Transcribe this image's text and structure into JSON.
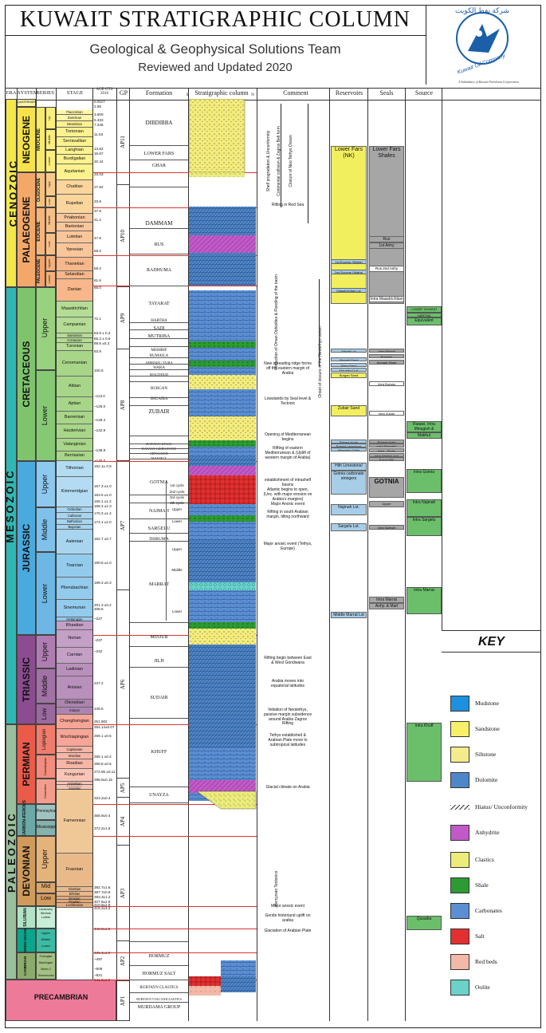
{
  "header": {
    "title": "KUWAIT STRATIGRAPHIC COLUMN",
    "subtitle": "Geological & Geophysical Solutions Team",
    "subtitle2": "Reviewed and Updated 2020",
    "logo_text": "Kuwait Oil Company",
    "logo_arabic": "شركة نفط الكويت",
    "logo_caption": "A Subsidiary of Kuwait Petroleum Corporation"
  },
  "columns": {
    "era": "ERA",
    "system": "SYSTEM",
    "series": "SERIES",
    "stage": "STAGE",
    "age": "AGE GTS 2016",
    "gp": "GP",
    "formation": "Formation",
    "strat": "Stratigraphic column",
    "s": "S",
    "n": "N",
    "comment": "Comment",
    "reservoirs": "Reservoirs",
    "seals": "Seals",
    "source": "Source"
  },
  "eras": [
    "CENOZOIC",
    "MESOZOIC",
    "PALEOZOIC",
    "PRECAMBRIAN"
  ],
  "systems": [
    "NEOGENE",
    "PALAEOGENE",
    "CRETACEOUS",
    "JURASSIC",
    "TRIASSIC",
    "PERMIAN",
    "CARBON-IFEROUS",
    "DEVONIAN",
    "SILURIAN",
    "ORDO-VICIAN",
    "CAMBRIAN",
    "QUATERNARY"
  ],
  "series": [
    "MIOCENE",
    "OLIGOCENE",
    "EOCENE",
    "PALEOCENE",
    "Upper",
    "Lower",
    "Upper",
    "Middle",
    "Lower",
    "Upper",
    "Middle",
    "Low",
    "Lopingian",
    "Guadalupian",
    "Cisuralian",
    "Pennsylvanian",
    "Mississippian",
    "Upper",
    "Mid",
    "Low",
    "Llandovery",
    "Wenlock",
    "Ludlow",
    "Upper",
    "Middle",
    "Lower",
    "Furongian",
    "Miaolingian",
    "Series 2",
    "Terreneuvian",
    "Up",
    "Middle",
    "Lower",
    "Upp",
    "Low",
    "Middle",
    "Low",
    "Upper",
    "Lower"
  ],
  "stages": [
    "Piacenzian",
    "Zanclean",
    "Messinian",
    "Tortonian",
    "Serravallian",
    "Langhian",
    "Burdigalian",
    "Aquitanian",
    "Chattian",
    "Rupelian",
    "Priabonian",
    "Bartonian",
    "Lutetian",
    "Ypresian",
    "Thanetian",
    "Selandian",
    "Danian",
    "Maastrichtian",
    "Campanian",
    "Santonian",
    "Coniacian",
    "Turonian",
    "Cenomanian",
    "Albian",
    "Aptian",
    "Barremian",
    "Hauterivian",
    "Valanginian",
    "Berriasian",
    "Tithonian",
    "Kimmeridgian",
    "Oxfordian",
    "Callovian",
    "Bathonian",
    "Bajocian",
    "Aalenian",
    "Toarcian",
    "Pliensbachian",
    "Sinemurian",
    "Hettangian",
    "Rhaetian",
    "Norian",
    "Carnian",
    "Ladinian",
    "Anisian",
    "Olenekian",
    "Induan",
    "Changhsingian",
    "Wuchiapingian",
    "Capitanian",
    "Wordian",
    "Roadian",
    "Kungurian",
    "Artinskian",
    "Sakmarian",
    "Asselian",
    "Famennian",
    "Frasnian",
    "Givetian",
    "Eifelian",
    "Emsian",
    "Pragian",
    "Lochkovian"
  ],
  "ages": [
    "0.0117",
    "2.58",
    "3.600",
    "5.333",
    "7.246",
    "11.63",
    "13.82",
    "15.97",
    "20.44",
    "23.03",
    "27.82",
    "33.9",
    "37.8",
    "41.2",
    "47.8",
    "56.0",
    "59.2",
    "61.6",
    "66.0",
    "72.1",
    "83.6 ± 0.2",
    "86.3 ± 0.5",
    "89.8 ±0.3",
    "93.9",
    "100.5",
    "~113.0",
    "~125.0",
    "~129.4",
    "~132.9",
    "~139.8",
    "~145.0",
    "152.1± 0.9",
    "157.3 ±1.0",
    "163.5 ±1.0",
    "166.1 ±1.2",
    "168.3 ±1.3",
    "170.3 ±1.4",
    "174.1 ±1.0",
    "182.7 ±0.7",
    "190.8 ±1.0",
    "199.3 ±0.3",
    "201.3 ±0.2",
    "208.5",
    "~227",
    "~237",
    "~242",
    "247.2",
    "249.5",
    "251.902",
    "254.14±0.07",
    "259.1 ±0.5",
    "265.1 ±0.4",
    "268.8 ±0.5",
    "272.95 ±0.11",
    "298.9±0.15",
    "323.2±0.4",
    "358.9±0.4",
    "372.2±1.6",
    "382.7±1.6",
    "387.7±0.8",
    "393.3±1.2",
    "407.6±2.6",
    "410.8±2.8",
    "419.2±3.2",
    "443.8±1.5",
    "485.4±1.9",
    "~497",
    "~509",
    "~521",
    "541.0±1.0"
  ],
  "groups": [
    "AP11",
    "AP10",
    "AP9",
    "AP8",
    "AP7",
    "AP6",
    "AP5",
    "AP4",
    "AP3",
    "AP2",
    "AP1"
  ],
  "formations": [
    "DIBDIBBA",
    "LOWER FARS",
    "GHAR",
    "DAMMAM",
    "RUS",
    "RADHUMA",
    "TAYARAT",
    "HARTHA",
    "SADI",
    "MUTRIBA",
    "MISHRIF",
    "RUMAILA",
    "AHMADI / TUBA",
    "WARA",
    "MAUDDUD",
    "BURGAN",
    "SHUAIBA",
    "ZUBAIR",
    "RATAWI SHALE",
    "RATAWI LIMESTONE",
    "MINAGISH",
    "MAKHUL",
    "GOTNIA",
    "HITH",
    "NAJMAH",
    "SARGELU",
    "DHRUMA",
    "MARRAT",
    "MINJUR",
    "JILH",
    "SUDAIR",
    "KHUFF",
    "UNAYZA",
    "HORMUZ",
    "HORMUZ SALT",
    "RUBTAYN CLASTICS",
    "RUBTAYN VOLCANICLASTICS",
    "MURDAMA GROUP"
  ],
  "formation_notes": [
    "1st cycle",
    "2nd cycle",
    "3rd cycle",
    "4th cycle",
    "Upper",
    "Lower",
    "Upper",
    "Middle",
    "Lower"
  ],
  "comments": [
    "Shelf progradation & Unconformity",
    "Continental collision & Zagros Belt form",
    "Closure of Neo Tethys Ocean",
    "Rifting in Red Sea",
    "Obduction of Oman Ophiolites & Flooding of the basin",
    "Onset of closure of the Neotethys ocean",
    "New spreading ridge forms off the eastern margin of Arabia",
    "Lowstands by Seal level & Tectonic",
    "Opening of Mediterranean begins",
    "Rifting of eastern Mediterranean & (Uplift of western margin of Arabia)",
    "establishment of intrashelf basins",
    "Atlantic begins to open, (Unc. with major erosion on Arabia's margins)",
    "Major Anoxic event",
    "Rifting in south Arabian margin, tilting northward",
    "Major anoxic event (Tethys, Europe)",
    "Rifting begin between East & West Gondwana",
    "Arabia moves into equatorial latitudes",
    "Initiation of Neotethys, passive margin subsidence around Arabia Zagros Rifting",
    "Tethys established & Arabian Plate move to subtropical latitudes",
    "Glacial climate on Arabia",
    "Hercynian Tectonics",
    "Major anoxic event",
    "Gentle hinterland uplift on arabia",
    "Glaciation of Arabian Plate"
  ],
  "reservoirs": [
    "Lower Fars (NK)",
    "1st Eocene (Wafra)",
    "2nd Eocene (Wafra)",
    "Maastrichtian Lst",
    "Mishrif Lst",
    "Ahmadi Sand",
    "Wara Sand",
    "Mauddud Lst",
    "Burgan Sand",
    "Zubair Sand",
    "Ratawi shale",
    "Ratawi Limestone",
    "Minagish Oolite",
    "Hith Limestone/",
    "Gotnia carbonate stringers",
    "Najmah Lst.",
    "Sargelu Lst.",
    "Middle Marrat Lst"
  ],
  "seals": [
    "Lower Fars Shales",
    "Rus",
    "1st Anhy",
    "Rus 2nd Anhy",
    "Intra Maastrichtian",
    "Intra Mishrif",
    "Rumaila",
    "Ahmadi Shale",
    "Intra Burgan",
    "Intra Zubair",
    "Ratawi shale",
    "Intra Minagish",
    "Marl - Shale",
    "Intra Makhul and",
    "Basal Hith",
    "GOTNIA",
    "Upper",
    "Intra Najmah",
    "Intra Marrat",
    "Anhy. & Marl"
  ],
  "sources": [
    "LOWER TAYARAT",
    "HARTHA",
    "Equivalent",
    "Ratawi, Intra Minagish &",
    "Makhul",
    "Intra Gotnia",
    "Intra Najmah",
    "Intra Sargelu",
    "Intra Marrat",
    "Intra Khuff",
    "Qusaiba"
  ],
  "key": {
    "title": "KEY",
    "items": [
      {
        "label": "Mudstone",
        "color": "#1e90e0"
      },
      {
        "label": "Sandstone",
        "color": "#f7f06a"
      },
      {
        "label": "Siltstone",
        "color": "#f4ec8c"
      },
      {
        "label": "Dolomite",
        "color": "#4f86c9"
      },
      {
        "label": "Hiatus/ Unconformity",
        "color": "#ffffff"
      },
      {
        "label": "Anhydrite",
        "color": "#c259c8"
      },
      {
        "label": "Clastics",
        "color": "#ecec7a"
      },
      {
        "label": "Shale",
        "color": "#2d9b33"
      },
      {
        "label": "Carbonates",
        "color": "#5b8fd4"
      },
      {
        "label": "Salt",
        "color": "#e23030"
      },
      {
        "label": "Red beds",
        "color": "#f3b8a7"
      },
      {
        "label": "Oolite",
        "color": "#6ad2c9"
      }
    ]
  },
  "colors": {
    "cenozoic": "#f2e84a",
    "neogene": "#f7e24b",
    "palaeogene": "#f4a868",
    "mesozoic": "#2fb8b3",
    "cretaceous": "#7ec46d",
    "jurassic": "#4aa9dd",
    "triassic": "#8b4d8f",
    "paleozoic": "#99c09a",
    "permian": "#ea5b4a",
    "devonian": "#cf9a5a",
    "silurian": "#b3e2c7",
    "ordovician": "#0aa58b",
    "cambrian": "#8bab6b",
    "precambrian": "#ee7a9a",
    "reservoir_yellow": "#f2ef5f",
    "reservoir_blue": "#a7cde7",
    "seal_gray": "#a6a6a6",
    "source_green": "#6bbf6b"
  }
}
